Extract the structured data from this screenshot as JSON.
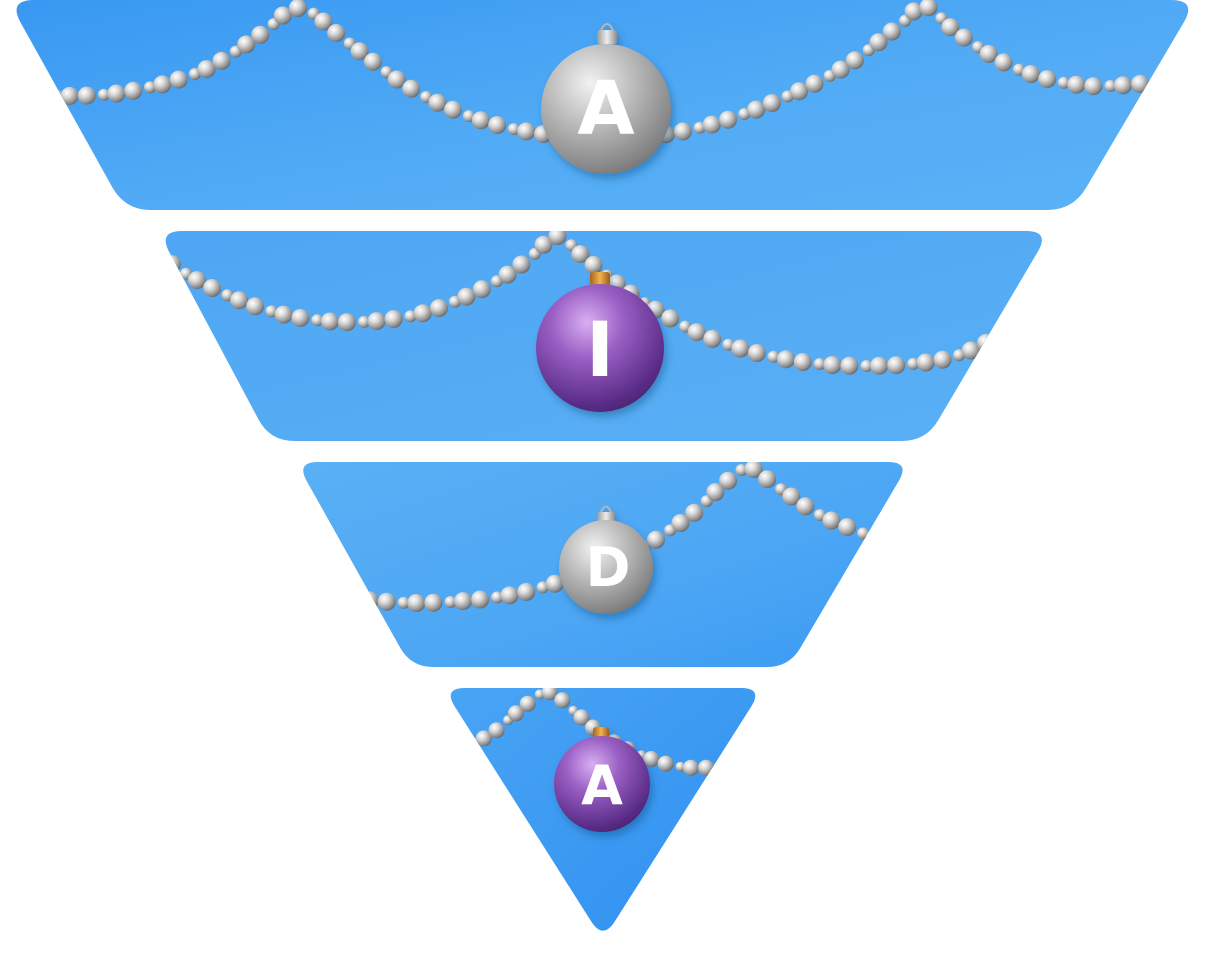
{
  "diagram": {
    "type": "funnel",
    "stages": [
      {
        "letter": "A",
        "ornament": "silver-bauble-icon"
      },
      {
        "letter": "I",
        "ornament": "purple-bauble-icon"
      },
      {
        "letter": "D",
        "ornament": "silver-bauble-icon"
      },
      {
        "letter": "A",
        "ornament": "purple-bauble-icon"
      }
    ]
  },
  "colors": {
    "funnel_light": "#58B0F5",
    "funnel_dark": "#3898F2",
    "silver_light": "#E6E6E6",
    "silver_dark": "#7E7E7E",
    "purple_light": "#C89AE6",
    "purple_dark": "#4A2272",
    "cap_silver": "#C8C8C8",
    "cap_gold": "#D08A2E",
    "letter": "#FFFFFF"
  }
}
